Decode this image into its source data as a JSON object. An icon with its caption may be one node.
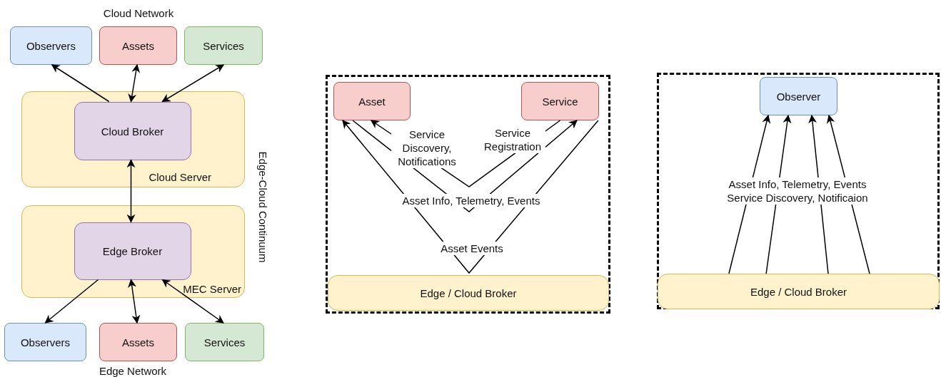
{
  "diagram": {
    "nodes": [
      {
        "text": [
          "Observers"
        ]
      },
      {
        "text": [
          "Assets"
        ]
      },
      {
        "text": [
          "Services"
        ]
      },
      {
        "text": [
          "Cloud Server"
        ]
      },
      {
        "text": [
          "Cloud Broker"
        ],
        "in": 3
      },
      {
        "text": [
          "MEC Server"
        ]
      },
      {
        "text": [
          "Edge Broker"
        ],
        "in": 5
      },
      {
        "text": [
          "Observers"
        ]
      },
      {
        "text": [
          "Assets"
        ]
      },
      {
        "text": [
          "Services"
        ]
      },
      {
        "text": [],
        "shape": "box"
      },
      {
        "text": [
          "Asset"
        ],
        "in": 10
      },
      {
        "text": [
          "Service"
        ],
        "in": 10
      },
      {
        "text": [
          "Edge / Cloud Broker"
        ],
        "in": 10
      },
      {
        "text": [],
        "shape": "box"
      },
      {
        "text": [
          "Observer"
        ],
        "in": 14
      },
      {
        "text": [
          "Edge / Cloud Broker"
        ],
        "in": 14
      }
    ],
    "edges": [
      {
        "from": 4,
        "to": 0,
        "arrow": "to"
      },
      {
        "from": 4,
        "to": 1,
        "arrow": "both"
      },
      {
        "from": 4,
        "to": 2,
        "arrow": "both"
      },
      {
        "from": 4,
        "to": 6,
        "arrow": "both"
      },
      {
        "from": 6,
        "to": 7,
        "arrow": "to"
      },
      {
        "from": 6,
        "to": 8,
        "arrow": "both"
      },
      {
        "from": 6,
        "to": 9,
        "arrow": "both"
      },
      {
        "from": 12,
        "to": 11,
        "arrow": "to",
        "label": "Service Discovery, Notifications"
      },
      {
        "from": 11,
        "to": 12,
        "arrow": "to",
        "label": "Asset Info, Telemetry, Events"
      },
      {
        "from": 12,
        "to": 11,
        "arrow": "to",
        "label": "Asset Events"
      },
      {
        "from": 16,
        "to": 15,
        "arrow": "to"
      },
      {
        "from": 16,
        "to": 15,
        "arrow": "to"
      },
      {
        "from": 16,
        "to": 15,
        "arrow": "to"
      },
      {
        "from": 16,
        "to": 15,
        "arrow": "to"
      }
    ],
    "labels": [
      "Cloud Network",
      "Edge-Cloud Continuum",
      "Edge Network",
      "Service Registration",
      "Asset Info, Telemetry, Events Service Discovery, Notificaion"
    ]
  }
}
